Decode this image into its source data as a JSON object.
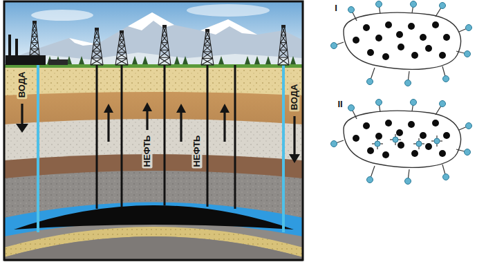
{
  "diagram": {
    "labels": [
      "ВОДА",
      "НЕФТЬ",
      "НЕФТЬ",
      "ВОДА",
      "I",
      "II"
    ]
  }
}
